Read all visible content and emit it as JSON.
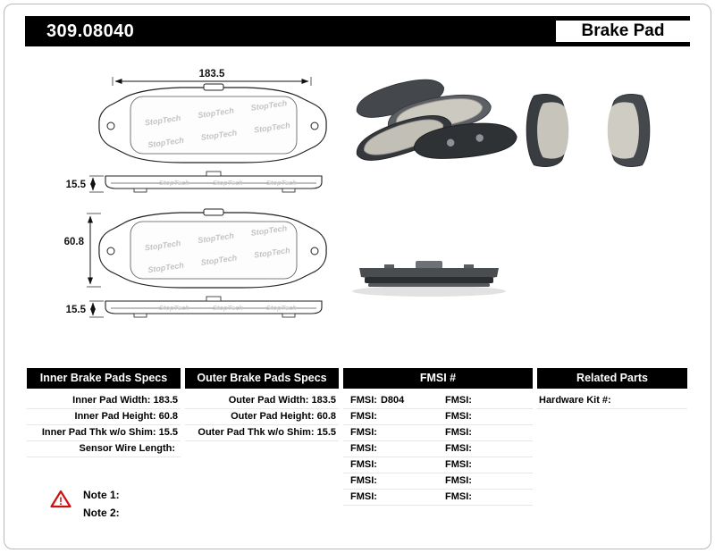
{
  "header": {
    "part_number": "309.08040",
    "product_title": "Brake Pad"
  },
  "colors": {
    "header_bg": "#000000",
    "warning_red": "#cc1111",
    "frame_gray": "#b9b9b9"
  },
  "drawing": {
    "pad_width": "183.5",
    "pad_thickness_top": "15.5",
    "pad_height": "60.8",
    "pad_thickness_bottom": "15.5",
    "watermark": "StopTech"
  },
  "tables": {
    "inner": {
      "title": "Inner Brake Pads Specs",
      "rows": [
        {
          "label": "Inner Pad Width:",
          "value": "183.5"
        },
        {
          "label": "Inner Pad Height:",
          "value": "60.8"
        },
        {
          "label": "Inner Pad Thk w/o Shim:",
          "value": "15.5"
        },
        {
          "label": "Sensor Wire Length:",
          "value": ""
        }
      ]
    },
    "outer": {
      "title": "Outer Brake Pads Specs",
      "rows": [
        {
          "label": "Outer Pad Width:",
          "value": "183.5"
        },
        {
          "label": "Outer Pad Height:",
          "value": "60.8"
        },
        {
          "label": "Outer Pad Thk w/o Shim:",
          "value": "15.5"
        }
      ]
    },
    "fmsi": {
      "title": "FMSI #",
      "left": [
        {
          "label": "FMSI:",
          "value": "D804"
        },
        {
          "label": "FMSI:",
          "value": ""
        },
        {
          "label": "FMSI:",
          "value": ""
        },
        {
          "label": "FMSI:",
          "value": ""
        },
        {
          "label": "FMSI:",
          "value": ""
        },
        {
          "label": "FMSI:",
          "value": ""
        },
        {
          "label": "FMSI:",
          "value": ""
        }
      ],
      "right": [
        {
          "label": "FMSI:",
          "value": ""
        },
        {
          "label": "FMSI:",
          "value": ""
        },
        {
          "label": "FMSI:",
          "value": ""
        },
        {
          "label": "FMSI:",
          "value": ""
        },
        {
          "label": "FMSI:",
          "value": ""
        },
        {
          "label": "FMSI:",
          "value": ""
        },
        {
          "label": "FMSI:",
          "value": ""
        }
      ]
    },
    "related": {
      "title": "Related Parts",
      "rows": [
        {
          "label": "Hardware Kit #:",
          "value": ""
        }
      ]
    }
  },
  "notes": {
    "warning_glyph": "!",
    "items": [
      {
        "label": "Note 1:"
      },
      {
        "label": "Note 2:"
      }
    ]
  }
}
